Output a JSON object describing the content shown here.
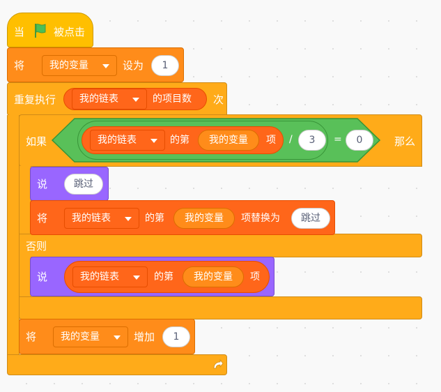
{
  "hat": {
    "prefix": "当",
    "icon": "green-flag-icon",
    "suffix": "被点击"
  },
  "set_block": {
    "verb": "将",
    "variable": "我的变量",
    "middle": "设为",
    "value": "1"
  },
  "repeat_block": {
    "label": "重复执行",
    "list": "我的链表",
    "reporter_label": "的项目数",
    "suffix": "次"
  },
  "if_block": {
    "label": "如果",
    "list": "我的链表",
    "item_of_label": "的第",
    "index_var": "我的变量",
    "item_suffix": "项",
    "div_op": "/",
    "divisor": "3",
    "eq_op": "=",
    "compare_value": "0",
    "then_label": "那么",
    "else_label": "否则"
  },
  "say_block_1": {
    "verb": "说",
    "text": "跳过"
  },
  "replace_block": {
    "verb": "将",
    "list": "我的链表",
    "item_of_label": "的第",
    "index_var": "我的变量",
    "middle": "项替换为",
    "value": "跳过"
  },
  "say_block_2": {
    "verb": "说",
    "list": "我的链表",
    "item_of_label": "的第",
    "index_var": "我的变量",
    "item_suffix": "项"
  },
  "change_block": {
    "verb": "将",
    "variable": "我的变量",
    "middle": "增加",
    "value": "1"
  },
  "colors": {
    "events": "#ffbf00",
    "variables": "#ff8c1a",
    "lists": "#ff661a",
    "control": "#ffab19",
    "looks": "#9966ff",
    "operators": "#59c059"
  },
  "icons": {
    "loop_arrow": "loop-arrow-icon",
    "dropdown": "dropdown-arrow-icon"
  }
}
